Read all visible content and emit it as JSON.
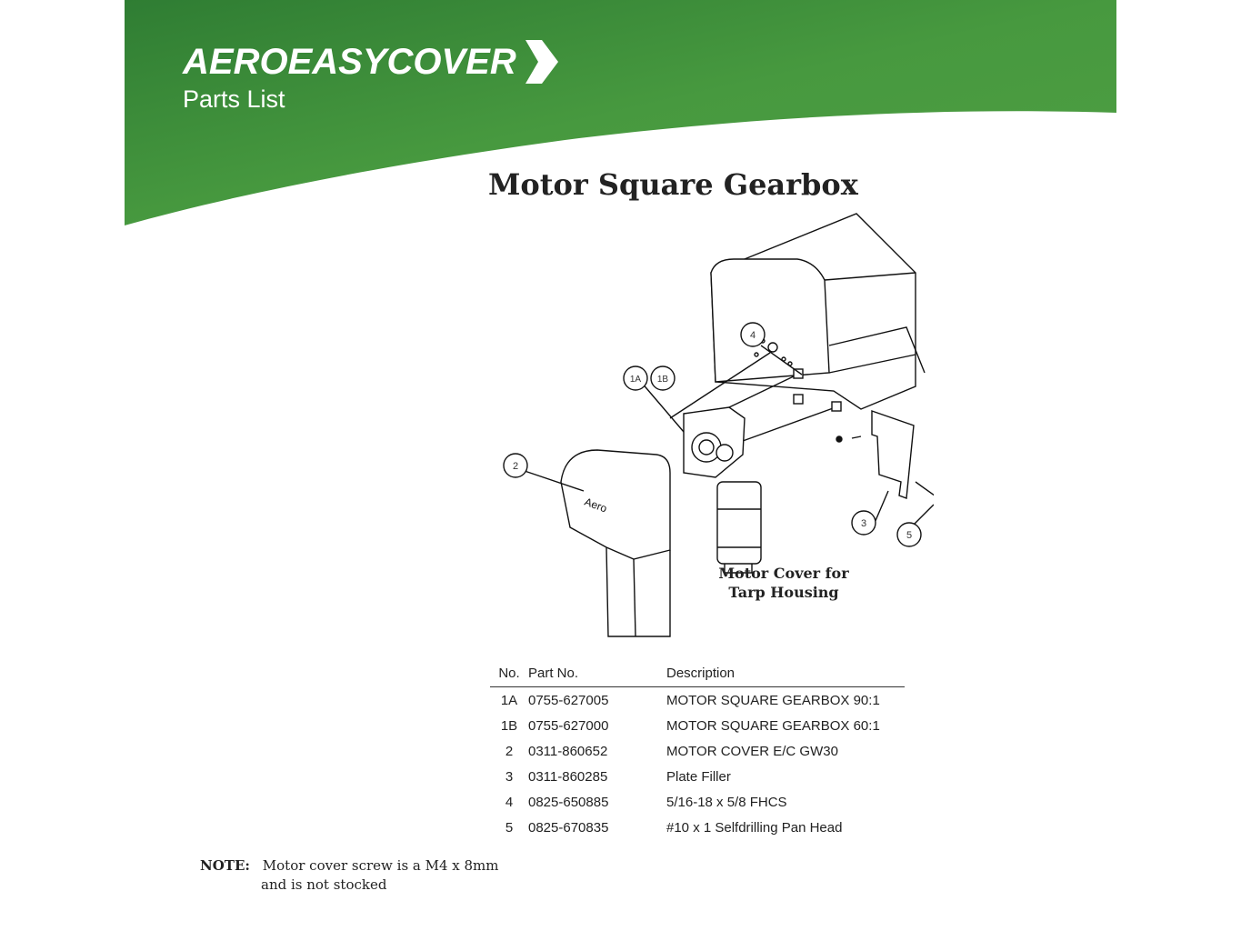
{
  "header": {
    "brand": "AEROEASYCOVER",
    "subtitle": "Parts List",
    "brand_color": "#3f8f3a"
  },
  "title": "Motor Square Gearbox",
  "diagram": {
    "callouts": [
      "1A",
      "1B",
      "2",
      "3",
      "4",
      "5"
    ],
    "housing_logo_text": "Aero",
    "caption_line1": "Motor Cover for",
    "caption_line2": "Tarp Housing"
  },
  "parts_table": {
    "columns": [
      "No.",
      "Part No.",
      "Description"
    ],
    "rows": [
      {
        "no": "1A",
        "part": "0755-627005",
        "desc": "MOTOR SQUARE GEARBOX 90:1"
      },
      {
        "no": "1B",
        "part": "0755-627000",
        "desc": "MOTOR SQUARE GEARBOX 60:1"
      },
      {
        "no": "2",
        "part": "0311-860652",
        "desc": "MOTOR COVER E/C GW30"
      },
      {
        "no": "3",
        "part": "0311-860285",
        "desc": "Plate Filler"
      },
      {
        "no": "4",
        "part": "0825-650885",
        "desc": "5/16-18 x 5/8 FHCS"
      },
      {
        "no": "5",
        "part": "0825-670835",
        "desc": "#10 x 1 Selfdrilling Pan Head"
      }
    ]
  },
  "note": {
    "label": "NOTE:",
    "line1": "Motor cover screw is a M4 x 8mm",
    "line2": "and is not stocked"
  }
}
